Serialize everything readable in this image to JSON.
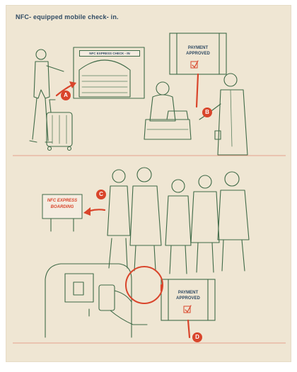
{
  "poster": {
    "title": "NFC- equipped mobile check- in.",
    "scene_a": {
      "sign": "NFC EXPRESS CHECK - IN",
      "badge": "A"
    },
    "scene_b": {
      "screen_line1": "PAYMENT",
      "screen_line2": "APPROVED",
      "badge": "B"
    },
    "scene_c": {
      "sign_line1": "NFC EXPRESS",
      "sign_line2": "BOARDING",
      "badge": "C"
    },
    "scene_d": {
      "screen_line1": "PAYMENT",
      "screen_line2": "APPROVED",
      "badge": "D"
    }
  },
  "colors": {
    "paper": "#efe6d3",
    "ink_green": "#3f6a47",
    "accent_red": "#d9452b",
    "title_blue": "#2f4a63"
  }
}
